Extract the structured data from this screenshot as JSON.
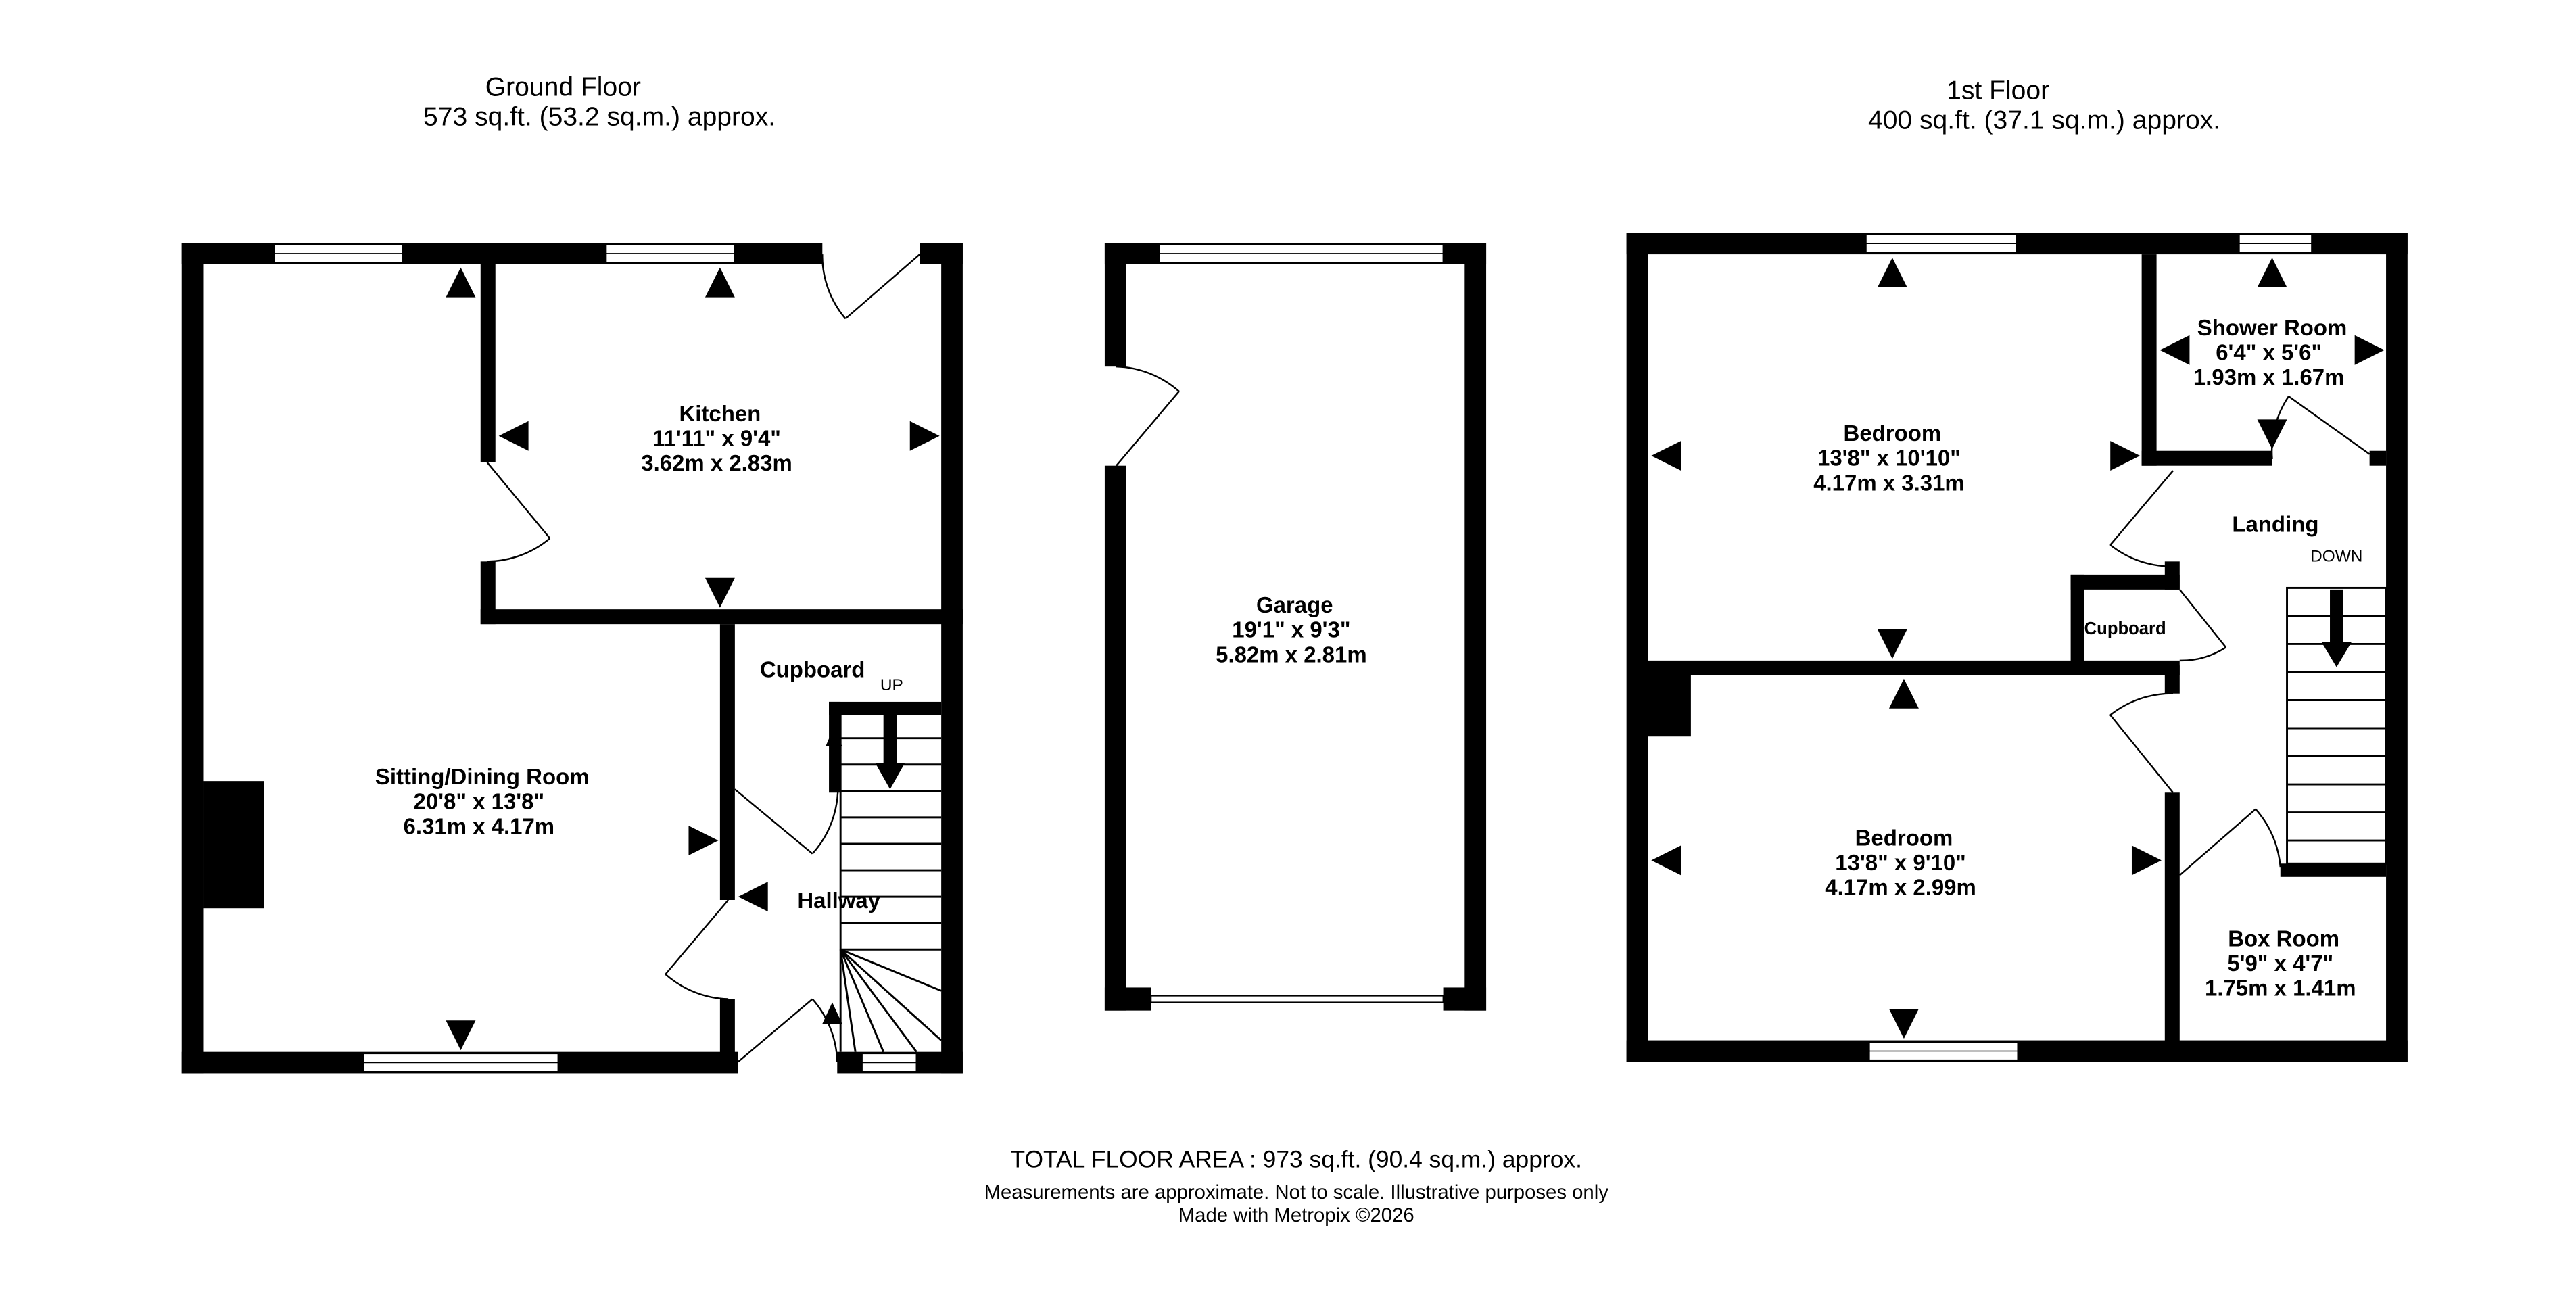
{
  "ground_floor": {
    "title": "Ground Floor",
    "area": "573 sq.ft. (53.2 sq.m.) approx."
  },
  "first_floor": {
    "title": "1st Floor",
    "area": "400 sq.ft. (37.1 sq.m.) approx."
  },
  "rooms": {
    "kitchen": {
      "name": "Kitchen",
      "imperial": "11'11\"  x 9'4\"",
      "metric": "3.62m  x 2.83m"
    },
    "sitting": {
      "name": "Sitting/Dining Room",
      "imperial": "20'8\"  x 13'8\"",
      "metric": "6.31m  x 4.17m"
    },
    "cupboard_ground": {
      "name": "Cupboard"
    },
    "hallway": {
      "name": "Hallway"
    },
    "garage": {
      "name": "Garage",
      "imperial": "19'1\"  x 9'3\"",
      "metric": "5.82m  x 2.81m"
    },
    "bedroom1": {
      "name": "Bedroom",
      "imperial": "13'8\"  x 10'10\"",
      "metric": "4.17m  x 3.31m"
    },
    "shower": {
      "name": "Shower Room",
      "imperial": "6'4\"  x 5'6\"",
      "metric": "1.93m  x 1.67m"
    },
    "landing": {
      "name": "Landing"
    },
    "cupboard_first": {
      "name": "Cupboard"
    },
    "bedroom2": {
      "name": "Bedroom",
      "imperial": "13'8\"  x 9'10\"",
      "metric": "4.17m  x 2.99m"
    },
    "boxroom": {
      "name": "Box Room",
      "imperial": "5'9\"  x 4'7\"",
      "metric": "1.75m  x 1.41m"
    }
  },
  "stairs": {
    "up": "UP",
    "down": "DOWN"
  },
  "footer": {
    "total": "TOTAL FLOOR AREA : 973 sq.ft. (90.4 sq.m.) approx.",
    "disclaimer": "Measurements are approximate.  Not to scale.  Illustrative purposes only",
    "credit": "Made with Metropix ©2026"
  }
}
